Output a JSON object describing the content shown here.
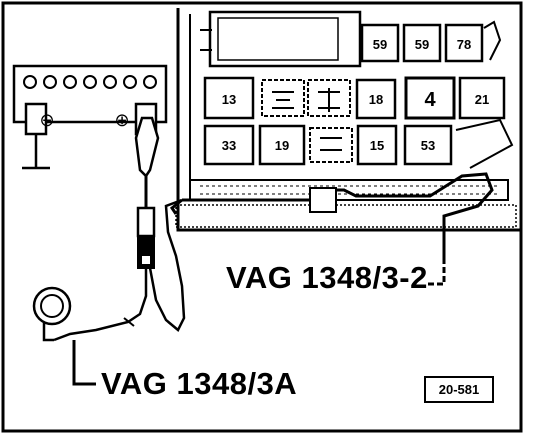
{
  "relay_labels": [
    "59",
    "59",
    "78",
    "13",
    "18",
    "4",
    "21",
    "33",
    "19",
    "15",
    "53"
  ],
  "battery": {
    "neg_symbol": "⊖",
    "pos_symbol": "⊕"
  },
  "callouts": {
    "tester_lead": "VAG 1348/3-2",
    "tester_adapter": "VAG 1348/3A"
  },
  "figure_id": "20-581"
}
